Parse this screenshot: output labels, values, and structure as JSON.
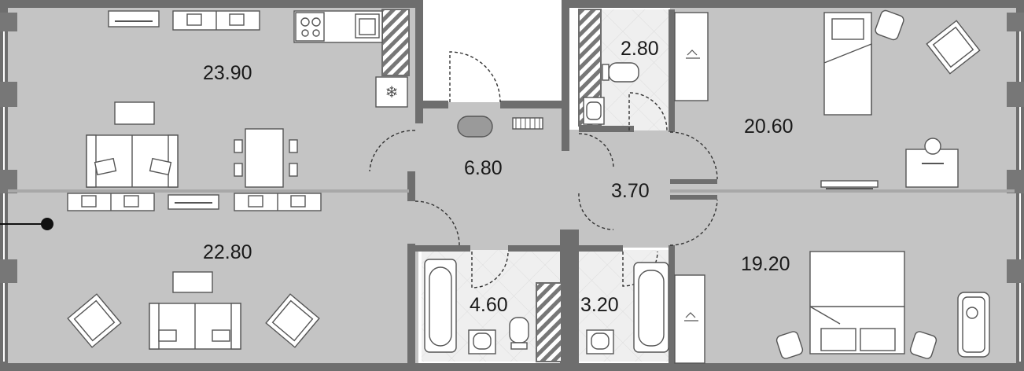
{
  "plan": {
    "rooms": [
      {
        "id": "living-top",
        "area": "23.90"
      },
      {
        "id": "living-bottom",
        "area": "22.80"
      },
      {
        "id": "hall",
        "area": "6.80"
      },
      {
        "id": "wc",
        "area": "2.80"
      },
      {
        "id": "corridor",
        "area": "3.70"
      },
      {
        "id": "bedroom-top",
        "area": "20.60"
      },
      {
        "id": "bath-left",
        "area": "4.60"
      },
      {
        "id": "bath-right",
        "area": "3.20"
      },
      {
        "id": "bedroom-bottom",
        "area": "19.20"
      }
    ],
    "colors": {
      "floor": "#c4c4c4",
      "wall": "#6e6e6e",
      "wet_floor": "#eeeeee",
      "furniture": "#ffffff",
      "stroke": "#555555"
    }
  }
}
